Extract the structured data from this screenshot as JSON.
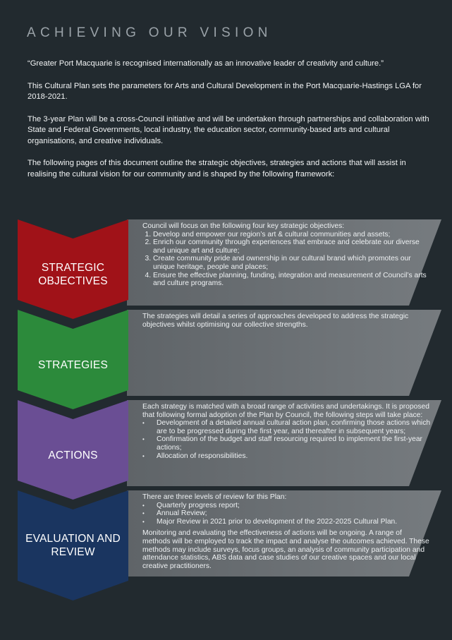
{
  "title": "ACHIEVING OUR VISION",
  "intro": {
    "quote": "“Greater Port Macquarie is recognised internationally as an innovative leader of creativity and culture.”",
    "p1": "This Cultural Plan sets the parameters for Arts and Cultural Development in the Port Macquarie-Hastings LGA for 2018-2021.",
    "p2": "The 3-year Plan will be a cross-Council initiative and will be undertaken through partnerships and collaboration with State and Federal Governments, local industry, the education sector, community-based arts and cultural organisations, and creative individuals.",
    "p3": "The following pages of this document outline the strategic objectives, strategies and actions that will assist in realising the cultural vision for our community and is shaped by the following framework:"
  },
  "colors": {
    "background": "#222a2f",
    "objectives": "#a01218",
    "strategies": "#2c8a3b",
    "actions": "#6a4e94",
    "evaluation": "#1a3560",
    "panel": "#6b7074"
  },
  "framework": {
    "objectives": {
      "label_line1": "STRATEGIC",
      "label_line2": "OBJECTIVES",
      "lead": "Council will focus on the following four key strategic objectives:",
      "items": [
        "Develop and empower our region’s art & cultural communities and assets;",
        "Enrich our community through experiences that embrace and celebrate our diverse and unique art and culture;",
        "Create community pride and ownership in our cultural brand which promotes our unique heritage, people and places;",
        "Ensure the effective planning, funding, integration and measurement of Council’s arts and culture programs."
      ]
    },
    "strategies": {
      "label_line1": "STRATEGIES",
      "text": "The strategies will detail a series of approaches developed to address the strategic objectives whilst optimising our collective strengths."
    },
    "actions": {
      "label_line1": "ACTIONS",
      "lead": "Each strategy is matched with a broad range of activities and undertakings. It is proposed that following formal adoption of the Plan by Council, the following steps will take place:",
      "items": [
        "Development of a detailed annual cultural action plan, confirming those actions which are to be progressed during the first year, and thereafter in subsequent years;",
        "Confirmation of the budget and staff resourcing required to implement the first-year actions;",
        "Allocation of responsibilities."
      ]
    },
    "evaluation": {
      "label_line1": "EVALUATION AND",
      "label_line2": "REVIEW",
      "lead": "There are three levels of review for this Plan:",
      "items": [
        "Quarterly progress report;",
        "Annual Review;",
        "Major Review in 2021 prior to development of the 2022-2025 Cultural Plan."
      ],
      "text": "Monitoring and evaluating the effectiveness of actions will be ongoing. A range of methods will be employed to track the impact and analyse the outcomes achieved. These methods may include surveys, focus groups, an analysis of community participation and attendance statistics, ABS data and case studies of our creative spaces and our local creative practitioners."
    }
  }
}
